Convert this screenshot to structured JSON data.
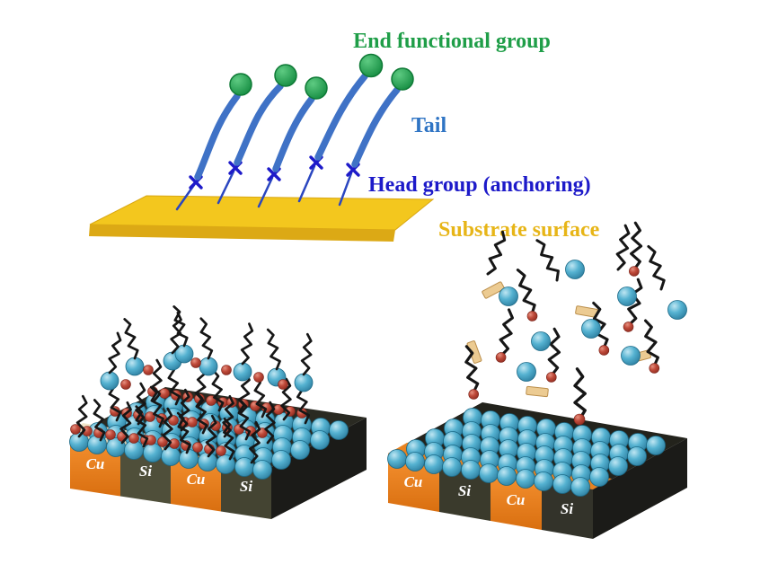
{
  "figure": {
    "schematic": {
      "end_group_label": "End functional group",
      "tail_label": "Tail",
      "head_group_label": "Head group (anchoring)",
      "substrate_label": "Substrate surface"
    },
    "left_block": {
      "segments": [
        "Cu",
        "Si",
        "Cu",
        "Si"
      ]
    },
    "right_block": {
      "segments": [
        "Cu",
        "Si",
        "Cu",
        "Si"
      ]
    },
    "colors": {
      "end_group_green": "#1f9e48",
      "tail_blue": "#3f72c6",
      "head_group_blue": "#1d1ac9",
      "substrate_gold": "#f3c71e",
      "copper_orange": "#e8821f",
      "silicon_dark": "#4f4f3a",
      "atom_blue": "#4aa8c8",
      "anchor_red": "#c04a3b",
      "flake_tan": "#eccb92"
    }
  }
}
